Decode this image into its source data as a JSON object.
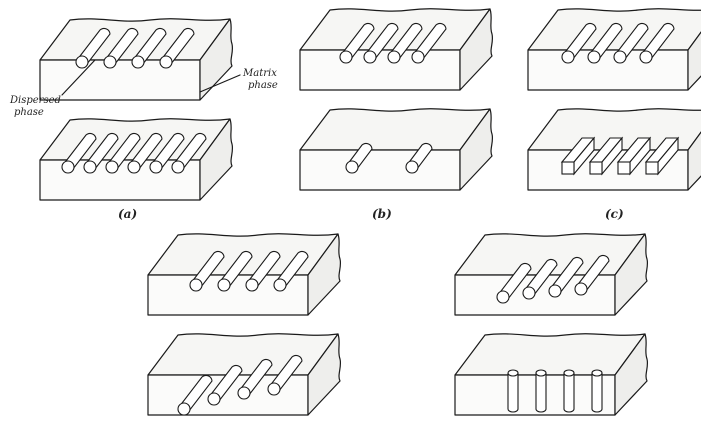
{
  "figure": {
    "labels": {
      "a": "(a)",
      "b": "(b)",
      "c": "(c)"
    },
    "annotations": {
      "matrix_line1": "Matrix",
      "matrix_line2": "phase",
      "dispersed_line1": "Dispersed",
      "dispersed_line2": "phase"
    }
  }
}
